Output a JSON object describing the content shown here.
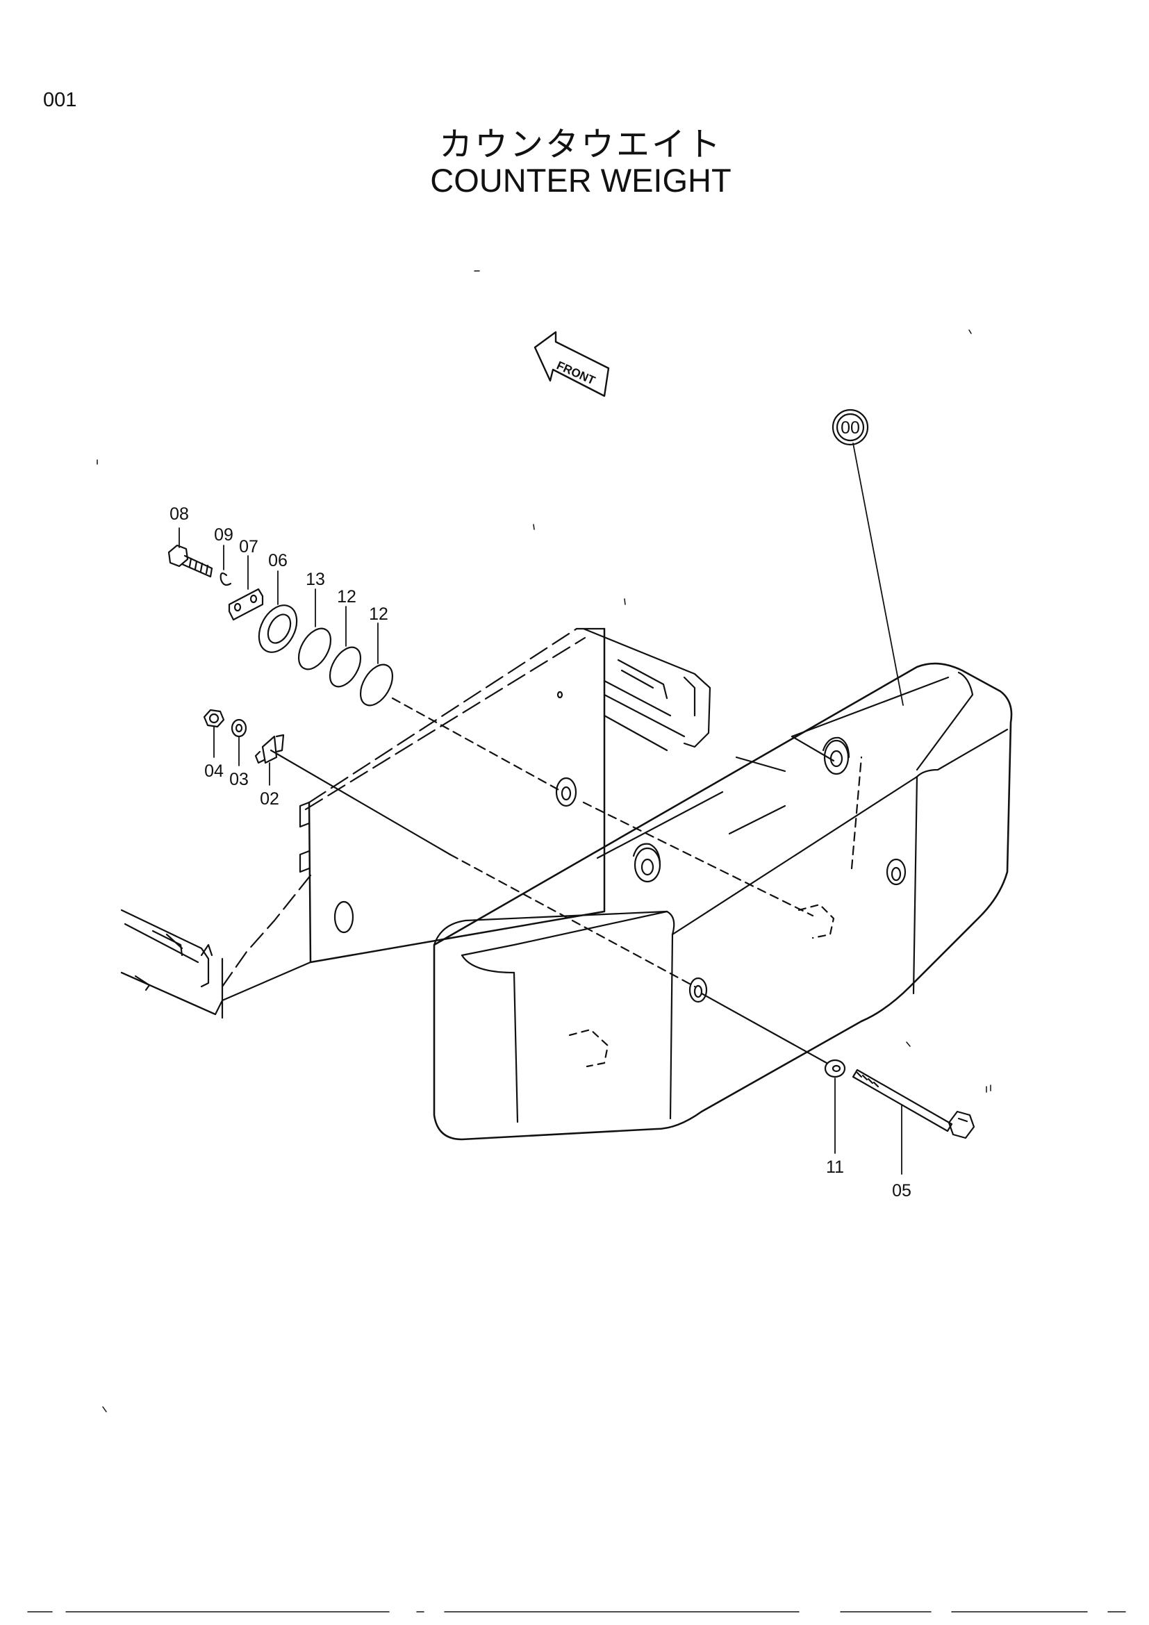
{
  "page": {
    "number": "001"
  },
  "title": {
    "japanese": "カウンタウエイト",
    "english": "COUNTER WEIGHT"
  },
  "front_arrow": {
    "label": "FRONT"
  },
  "callouts": {
    "c00": "00",
    "c02": "02",
    "c03": "03",
    "c04": "04",
    "c05": "05",
    "c06": "06",
    "c07": "07",
    "c08": "08",
    "c09": "09",
    "c11": "11",
    "c12a": "12",
    "c12b": "12",
    "c13": "13"
  }
}
